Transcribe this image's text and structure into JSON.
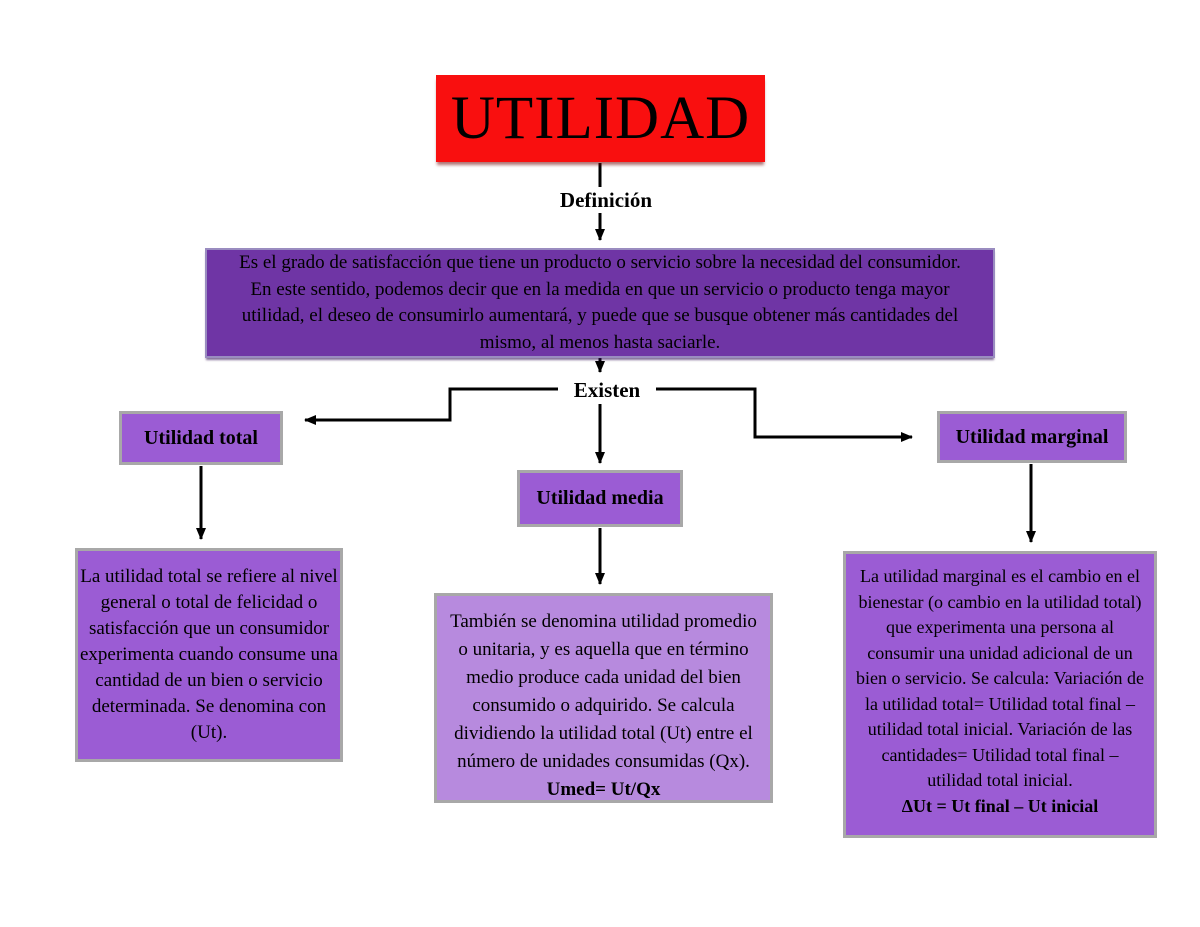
{
  "title": "UTILIDAD",
  "labels": {
    "definicion": "Definición",
    "existen": "Existen"
  },
  "definition_box": {
    "text": "Es el grado de satisfacción que tiene un producto o servicio sobre la necesidad del consumidor. En este sentido, podemos decir que en la medida en que un servicio o producto tenga mayor utilidad, el deseo de consumirlo aumentará, y puede que se busque obtener más cantidades del mismo, al menos hasta saciarle."
  },
  "branches": [
    {
      "label": "Utilidad total",
      "description": "La utilidad total se refiere al nivel general o total de felicidad o satisfacción que un consumidor experimenta cuando consume una cantidad de un bien o servicio determinada. Se denomina con (Ut).",
      "formula": ""
    },
    {
      "label": "Utilidad media",
      "description": "También se denomina utilidad promedio o unitaria, y es aquella que en término medio produce cada unidad del bien consumido o adquirido. Se calcula dividiendo la utilidad total (Ut) entre el número de unidades consumidas (Qx).",
      "formula": "Umed= Ut/Qx"
    },
    {
      "label": "Utilidad marginal",
      "description": "La utilidad marginal es el cambio en el bienestar (o cambio en la utilidad total) que experimenta una persona al consumir una unidad adicional de un bien o servicio. Se calcula: Variación de la utilidad total= Utilidad total final – utilidad total inicial. Variación de las cantidades= Utilidad total final – utilidad total inicial.",
      "formula": "ΔUt = Ut final – Ut inicial"
    }
  ],
  "colors": {
    "red": "#f90f0f",
    "purple_dark": "#6f35a5",
    "purple_mid": "#9b5cd4",
    "purple_light": "#b78ade",
    "border_gray": "#a8a8a8",
    "border_lavender": "#9a8cc0",
    "ink": "#000000",
    "bg": "#ffffff"
  }
}
